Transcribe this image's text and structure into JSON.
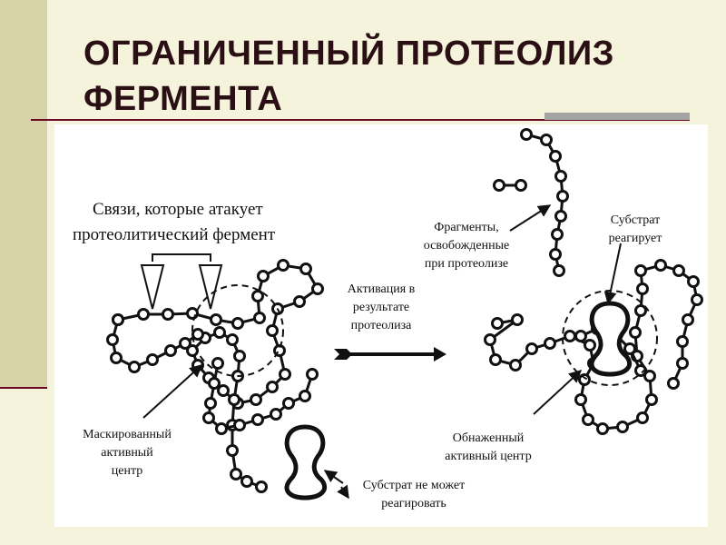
{
  "slide": {
    "title_line1": "ОГРАНИЧЕННЫЙ ПРОТЕОЛИЗ",
    "title_line2": "ФЕРМЕНТА"
  },
  "diagram": {
    "bonds_label_line1": "Связи, которые атакует",
    "bonds_label_line2": "протеолитический фермент",
    "masked_center_line1": "Маскированный",
    "masked_center_line2": "активный",
    "masked_center_line3": "центр",
    "substrate_cannot_line1": "Субстрат не может",
    "substrate_cannot_line2": "реагировать",
    "activation_line1": "Активация в",
    "activation_line2": "результате",
    "activation_line3": "протеолиза",
    "fragments_line1": "Фрагменты,",
    "fragments_line2": "освобожденные",
    "fragments_line3": "при протеолизе",
    "substrate_reacts_line1": "Субстрат",
    "substrate_reacts_line2": "реагирует",
    "exposed_center_line1": "Обнаженный",
    "exposed_center_line2": "активный центр"
  }
}
